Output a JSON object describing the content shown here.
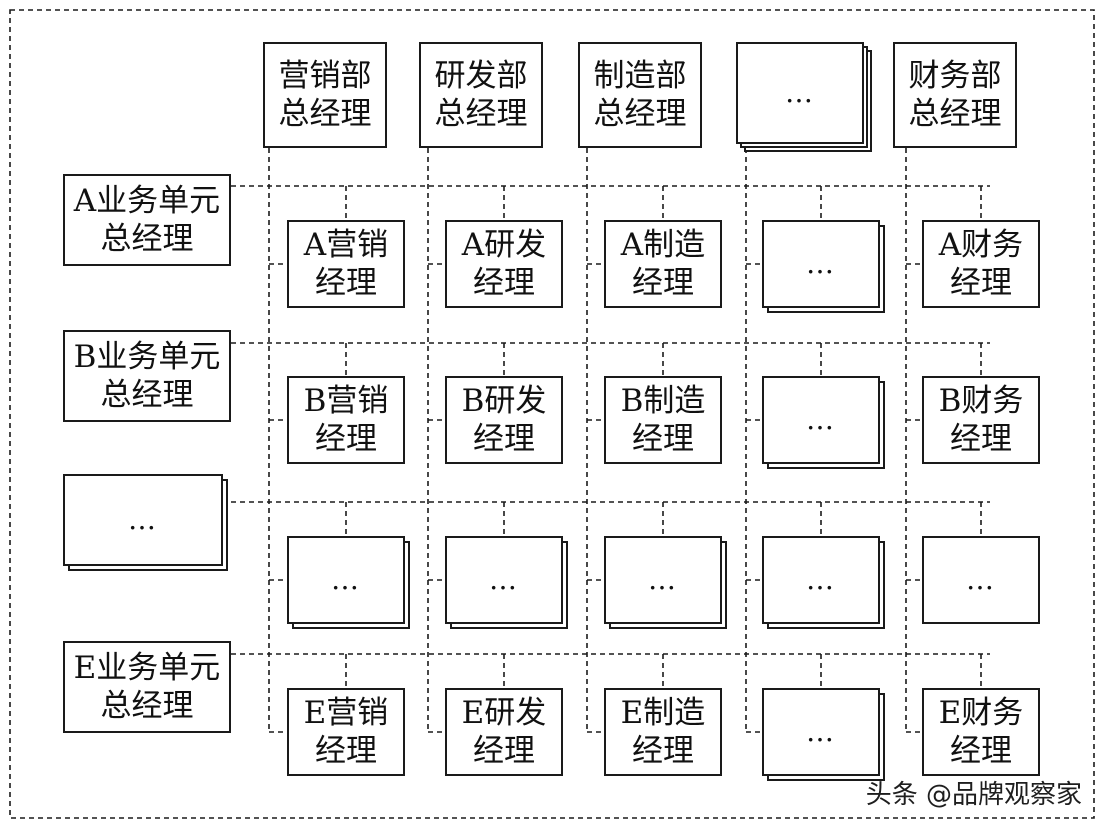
{
  "departments": [
    {
      "line1": "营销部",
      "line2": "总经理"
    },
    {
      "line1": "研发部",
      "line2": "总经理"
    },
    {
      "line1": "制造部",
      "line2": "总经理"
    },
    {
      "ellipsis": "…"
    },
    {
      "line1": "财务部",
      "line2": "总经理"
    }
  ],
  "units": [
    {
      "line1": "A业务单元",
      "line2": "总经理",
      "managers": [
        {
          "line1": "A营销",
          "line2": "经理"
        },
        {
          "line1": "A研发",
          "line2": "经理"
        },
        {
          "line1": "A制造",
          "line2": "经理"
        },
        {
          "ellipsis": "…"
        },
        {
          "line1": "A财务",
          "line2": "经理"
        }
      ]
    },
    {
      "line1": "B业务单元",
      "line2": "总经理",
      "managers": [
        {
          "line1": "B营销",
          "line2": "经理"
        },
        {
          "line1": "B研发",
          "line2": "经理"
        },
        {
          "line1": "B制造",
          "line2": "经理"
        },
        {
          "ellipsis": "…"
        },
        {
          "line1": "B财务",
          "line2": "经理"
        }
      ]
    },
    {
      "ellipsis": "…",
      "managers": [
        {
          "ellipsis": "…"
        },
        {
          "ellipsis": "…"
        },
        {
          "ellipsis": "…"
        },
        {
          "ellipsis": "…"
        },
        {
          "ellipsis": "…"
        }
      ]
    },
    {
      "line1": "E业务单元",
      "line2": "总经理",
      "managers": [
        {
          "line1": "E营销",
          "line2": "经理"
        },
        {
          "line1": "E研发",
          "line2": "经理"
        },
        {
          "line1": "E制造",
          "line2": "经理"
        },
        {
          "ellipsis": "…"
        },
        {
          "line1": "E财务",
          "line2": "经理"
        }
      ]
    }
  ],
  "watermark": "头条 @品牌观察家"
}
